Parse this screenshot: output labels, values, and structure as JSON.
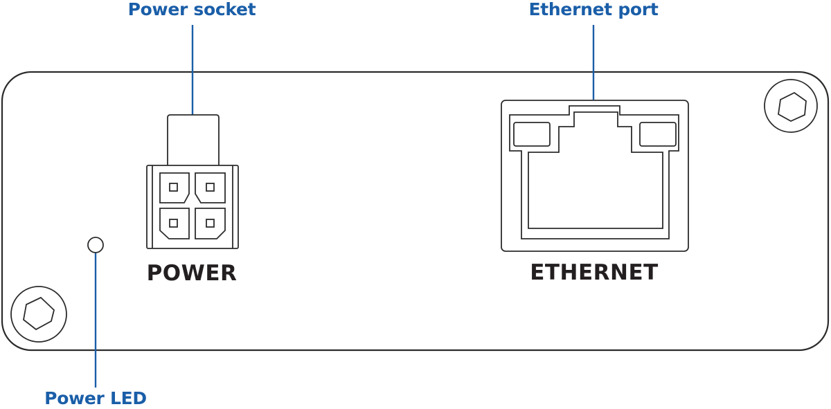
{
  "diagram": {
    "subject": "Device rear panel",
    "colors": {
      "callout": "#1a5ea8",
      "outline": "#2b2b2b",
      "text": "#231f20",
      "background": "#ffffff"
    },
    "callouts": {
      "power_socket": "Power socket",
      "ethernet_port": "Ethernet port",
      "power_led": "Power LED"
    },
    "port_labels": {
      "power": "POWER",
      "ethernet": "ETHERNET"
    },
    "components": [
      {
        "id": "power-socket",
        "type": "4-pin power connector"
      },
      {
        "id": "ethernet-port",
        "type": "RJ45 jack"
      },
      {
        "id": "power-led",
        "type": "LED indicator"
      },
      {
        "id": "screw-top-right",
        "type": "hex screw"
      },
      {
        "id": "screw-bottom-left",
        "type": "hex screw"
      }
    ]
  }
}
